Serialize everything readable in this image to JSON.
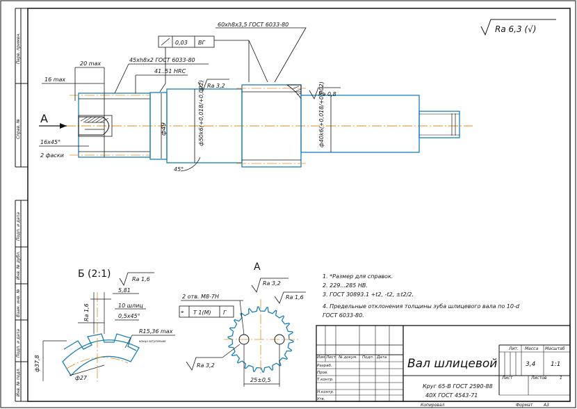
{
  "side_stamps": [
    "Перв. примен.",
    "Справ. №",
    "Подп. и дата",
    "Инв. № дубл.",
    "Взам. инв. №",
    "Подп. и дата",
    "Инв. № подл."
  ],
  "roughness_general": "Ra 6,3 (√)",
  "dimensions": {
    "spline_gost_main": "60xh8x3,5 ГОСТ 6033-80",
    "spline_gost_left": "45xh8x2 ГОСТ 6033-80",
    "hardness": "41..51 HRC",
    "len_20max": "20 max",
    "len_16max": "16 max",
    "runout": "0,03",
    "runout_base": "ВГ",
    "d49": "ф49",
    "d50k6": "ф50k6(+0,018/+0,002)",
    "d40k6": "ф40k6(+0,018/+0,002)",
    "ra_32_top": "Ra 3,2",
    "ra_08": "Ra 0,8",
    "chamfer": "16x45°",
    "chamfer_note": "2 фаски",
    "angle45": "45°",
    "view_a": "A",
    "section_label": "Б (2:1)",
    "ra16_b": "Ra 1,6",
    "b581": "5,81",
    "b_10shl": "10 шлиц",
    "b_05x45": "0,5x45°",
    "b_ra16": "Ra 1,6",
    "b_r1536": "R15,36 max",
    "b_note_small": "конца затупления",
    "b_d378": "ф37,8",
    "b_d27": "ф27",
    "view_a2": "A",
    "holes": "2 отв. М8-7Н",
    "pos_tol": "T 1(M)",
    "pos_base": "Г",
    "a_ra32": "Ra 3,2",
    "a_ra16": "Ra 1,6",
    "a_ra32_left": "Ra 3,2",
    "a_25": "25±0,5"
  },
  "notes": [
    "1. *Размер для справок.",
    "2. 229...285 НВ.",
    "3. ГОСТ 30893.1 +t2, -t2, ±t2/2.",
    "4. Предельные отклонения толщины зуба шлицевого вала по 10-d",
    "ГОСТ 6033-80."
  ],
  "title_block": {
    "name": "Вал шлицевой",
    "material_1": "Круг 65-В ГОСТ 2590-88",
    "material_2": "40Х ГОСТ 4543-71",
    "lit_label": "Лит.",
    "mass_label": "Масса",
    "scale_label": "Масштаб",
    "mass": "3,4",
    "scale": "1:1",
    "sheet_label": "Лист",
    "sheets_label": "Листов",
    "sheets": "1",
    "copied": "Копировал",
    "format_label": "Формат",
    "format": "А3",
    "cols": [
      "Изм",
      "Лист",
      "№ докум.",
      "Подп.",
      "Дата"
    ],
    "rows": [
      "Разраб.",
      "Пров.",
      "Т.контр.",
      "",
      "Н.контр.",
      "Утв."
    ]
  }
}
